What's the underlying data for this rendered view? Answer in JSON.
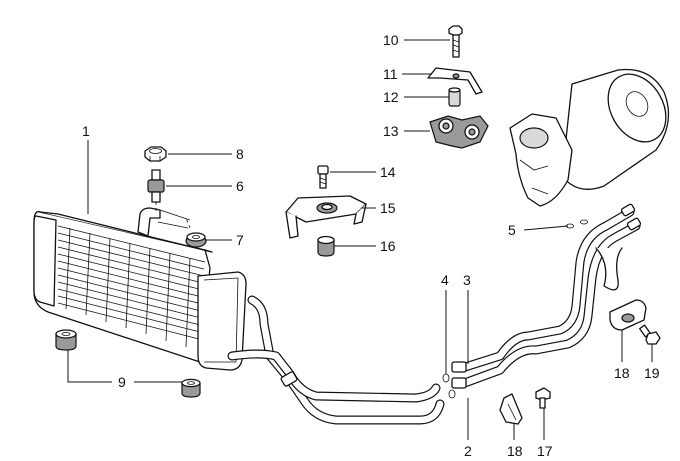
{
  "callouts": {
    "n1": "1",
    "n2": "2",
    "n3": "3",
    "n4": "4",
    "n5": "5",
    "n6": "6",
    "n7": "7",
    "n8": "8",
    "n9": "9",
    "n10": "10",
    "n11": "11",
    "n12": "12",
    "n13": "13",
    "n14": "14",
    "n15": "15",
    "n16": "16",
    "n17": "17",
    "n18a": "18",
    "n18b": "18",
    "n19": "19"
  }
}
